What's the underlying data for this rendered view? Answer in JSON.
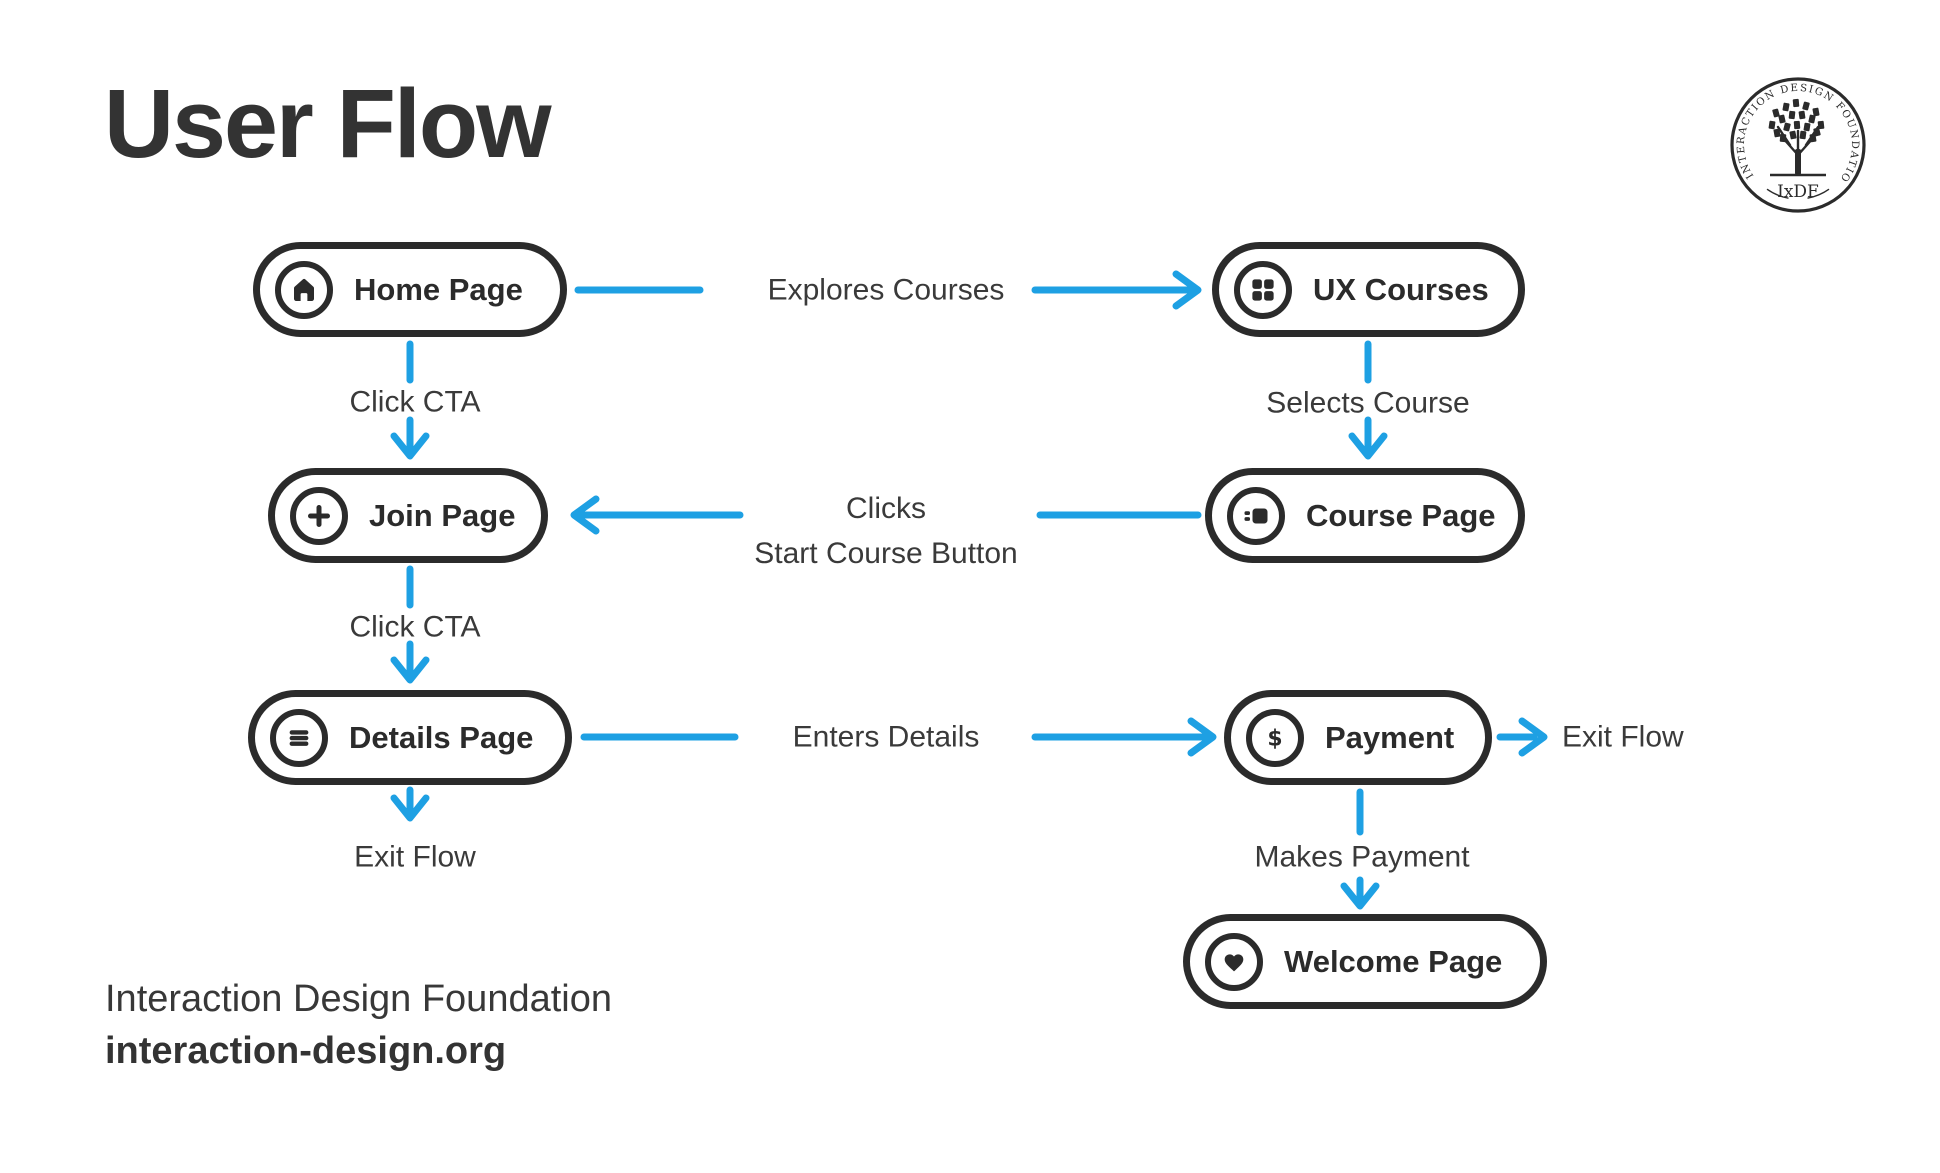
{
  "title": "User Flow",
  "logo": {
    "ring_text": "INTERACTION DESIGN FOUNDATION",
    "label": "IxDF"
  },
  "nodes": [
    {
      "label": "Home Page"
    },
    {
      "label": "UX Courses"
    },
    {
      "label": "Join Page"
    },
    {
      "label": "Course Page"
    },
    {
      "label": "Details Page"
    },
    {
      "label": "Payment"
    },
    {
      "label": "Welcome Page"
    }
  ],
  "edge_labels": {
    "explores_courses": "Explores Courses",
    "click_cta_1": "Click CTA",
    "selects_course": "Selects Course",
    "clicks_line1": "Clicks",
    "clicks_line2": "Start Course Button",
    "click_cta_2": "Click CTA",
    "enters_details": "Enters Details",
    "exit_flow_right": "Exit Flow",
    "exit_flow_bottom": "Exit Flow",
    "makes_payment": "Makes Payment"
  },
  "footer": {
    "line1": "Interaction Design Foundation",
    "line2": "interaction-design.org"
  },
  "colors": {
    "arrow": "#1EA0E3",
    "ink": "#2B2B2B"
  }
}
